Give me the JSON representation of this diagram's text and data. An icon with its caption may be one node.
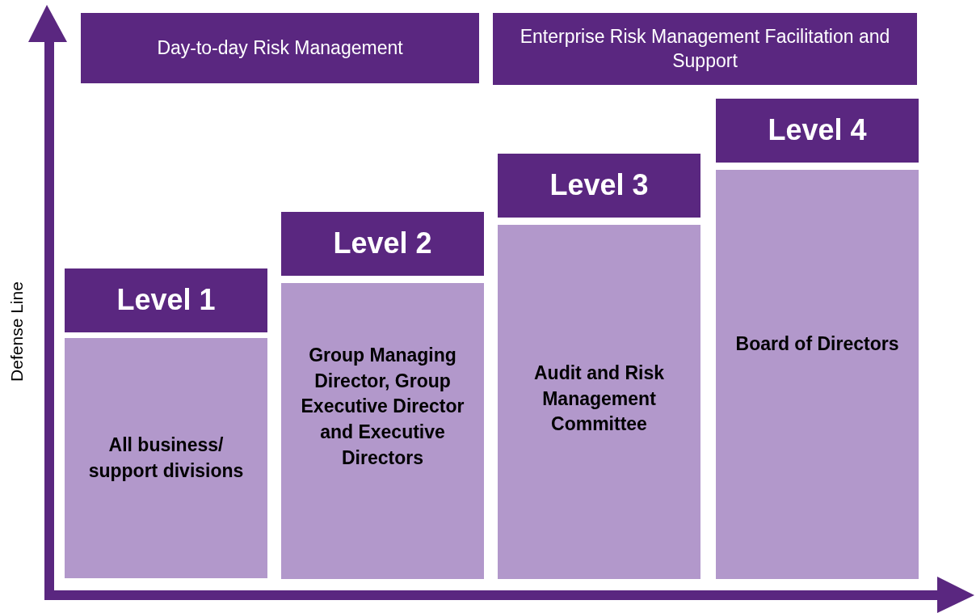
{
  "diagram": {
    "nodes": [
      {
        "text": [
          "Day-to-day Risk Management"
        ]
      },
      {
        "text": [
          "Enterprise Risk Management Facilitation and Support"
        ]
      },
      {
        "text": [
          "Level 1"
        ]
      },
      {
        "text": [
          "All business/ support divisions"
        ]
      },
      {
        "text": [
          "Level 2"
        ]
      },
      {
        "text": [
          "Group Managing Director, Group Executive Director and Executive Directors"
        ]
      },
      {
        "text": [
          "Level 3"
        ]
      },
      {
        "text": [
          "Audit and Risk Management Committee"
        ]
      },
      {
        "text": [
          "Level 4"
        ]
      },
      {
        "text": [
          "Board of Directors"
        ]
      }
    ],
    "labels": [
      "Defense Line"
    ]
  }
}
